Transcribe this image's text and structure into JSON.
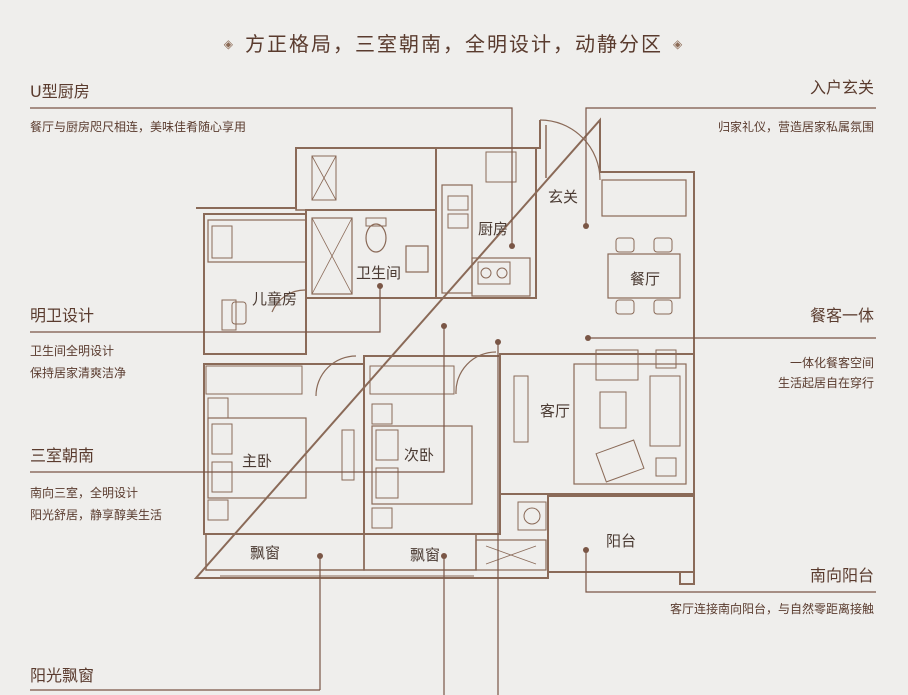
{
  "title": "方正格局，三室朝南，全明设计，动静分区",
  "title_mark": "◈",
  "callouts": {
    "kitchen": {
      "heading": "U型厨房",
      "desc": "餐厅与厨房咫尺相连，美味佳肴随心享用"
    },
    "bath": {
      "heading": "明卫设计",
      "desc1": "卫生间全明设计",
      "desc2": "保持居家清爽洁净"
    },
    "south": {
      "heading": "三室朝南",
      "desc1": "南向三室，全明设计",
      "desc2": "阳光舒居，静享醇美生活"
    },
    "bay": {
      "heading": "阳光飘窗"
    },
    "entry": {
      "heading": "入户玄关",
      "desc": "归家礼仪，营造居家私属氛围"
    },
    "dining": {
      "heading": "餐客一体",
      "desc1": "一体化餐客空间",
      "desc2": "生活起居自在穿行"
    },
    "balcony": {
      "heading": "南向阳台",
      "desc": "客厅连接南向阳台，与自然零距离接触"
    }
  },
  "rooms": {
    "entry": "玄关",
    "kitchen": "厨房",
    "bathroom": "卫生间",
    "kids": "儿童房",
    "dining": "餐厅",
    "living": "客厅",
    "master": "主卧",
    "second": "次卧",
    "bay1": "飘窗",
    "bay2": "飘窗",
    "balcony": "阳台"
  },
  "colors": {
    "wall": "#8a6a58",
    "line": "#7a5646",
    "background": "#efeeec",
    "text": "#5a3b2e"
  }
}
